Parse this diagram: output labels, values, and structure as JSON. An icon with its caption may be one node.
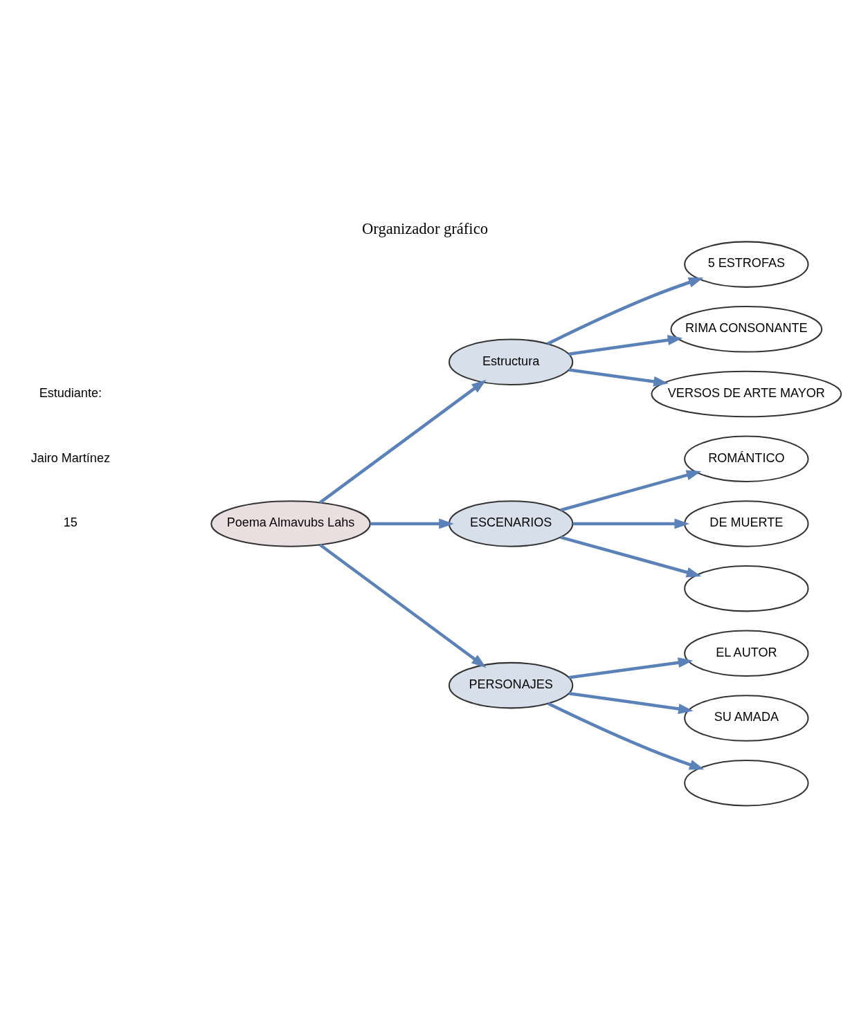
{
  "diagram": {
    "title": "Organizador gráfico",
    "nodes": [
      {
        "text": [
          "Poema Almavubs Lahs"
        ]
      },
      {
        "text": [
          "Estructura"
        ]
      },
      {
        "text": [
          "5 ESTROFAS"
        ]
      },
      {
        "text": [
          "RIMA CONSONANTE"
        ]
      },
      {
        "text": [
          "VERSOS DE ARTE MAYOR"
        ]
      },
      {
        "text": [
          "ESCENARIOS"
        ]
      },
      {
        "text": [
          "ROMÁNTICO"
        ]
      },
      {
        "text": [
          "DE MUERTE"
        ]
      },
      {
        "text": [],
        "shape": "ellipse"
      },
      {
        "text": [
          "PERSONAJES"
        ]
      },
      {
        "text": [
          "EL AUTOR"
        ]
      },
      {
        "text": [
          "SU AMADA"
        ]
      },
      {
        "text": [],
        "shape": "ellipse"
      }
    ],
    "edges": [
      {
        "from": 0,
        "to": 1,
        "arrow": "to"
      },
      {
        "from": 0,
        "to": 5,
        "arrow": "to"
      },
      {
        "from": 0,
        "to": 9,
        "arrow": "to"
      },
      {
        "from": 1,
        "to": 2,
        "arrow": "to"
      },
      {
        "from": 1,
        "to": 3,
        "arrow": "to"
      },
      {
        "from": 1,
        "to": 4,
        "arrow": "to"
      },
      {
        "from": 5,
        "to": 6,
        "arrow": "to"
      },
      {
        "from": 5,
        "to": 7,
        "arrow": "to"
      },
      {
        "from": 5,
        "to": 8,
        "arrow": "to"
      },
      {
        "from": 9,
        "to": 10,
        "arrow": "to"
      },
      {
        "from": 9,
        "to": 11,
        "arrow": "to"
      },
      {
        "from": 9,
        "to": 12,
        "arrow": "to"
      }
    ],
    "labels": [
      "Estudiante:",
      "Jairo Martínez",
      "15"
    ]
  }
}
